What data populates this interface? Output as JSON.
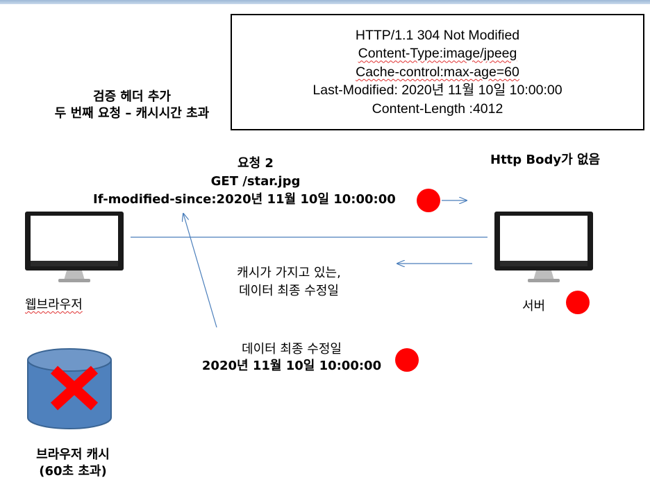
{
  "title": {
    "line1": "검증 헤더 추가",
    "line2": "두 번째 요청 – 캐시시간 초과"
  },
  "response": {
    "lines": [
      "HTTP/1.1 304 Not Modified",
      "Content-Type:image/jpeeg",
      "Cache-control:max-age=60",
      "Last-Modified: 2020년 11월 10일 10:00:00",
      "Content-Length :4012"
    ]
  },
  "request": {
    "label": "요청 2",
    "method_line": "GET /star.jpg",
    "header_line": "If-modified-since:2020년 11월 10일 10:00:00"
  },
  "server_note": "Http Body가 없음",
  "cache_note": {
    "line1": "캐시가 가지고 있는,",
    "line2": "데이터 최종 수정일"
  },
  "browser_label": "웹브라우저",
  "server_label": "서버",
  "data_modified": {
    "line1": "데이터 최종 수정일",
    "line2": "2020년 11월 10일 10:00:00"
  },
  "cache_label": {
    "line1": "브라우저 캐시",
    "line2": "(60초 초과)"
  },
  "colors": {
    "accent_dot": "#ff0000",
    "arrow": "#4a7ebb",
    "cache_fill": "#4f81bd",
    "cache_top": "#6f97c8",
    "x_mark": "#ff0000"
  }
}
